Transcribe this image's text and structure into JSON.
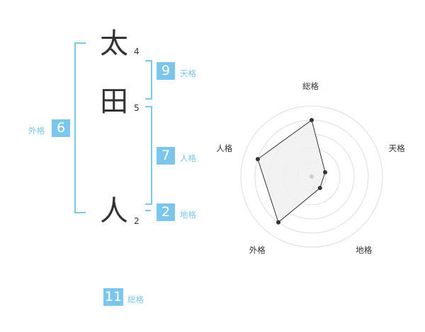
{
  "name": {
    "kanji": [
      {
        "char": "太",
        "strokes": "4"
      },
      {
        "char": "田",
        "strokes": "5"
      },
      {
        "char": "人",
        "strokes": "2"
      }
    ]
  },
  "fortunes": {
    "tenkaku": {
      "value": "9",
      "label": "天格"
    },
    "jinkaku": {
      "value": "7",
      "label": "人格"
    },
    "chikaku": {
      "value": "2",
      "label": "地格"
    },
    "gaikaku": {
      "value": "6",
      "label": "外格"
    },
    "soukaku": {
      "value": "11",
      "label": "総格"
    }
  },
  "chart_data": {
    "type": "radar",
    "axes": [
      "総格",
      "天格",
      "地格",
      "外格",
      "人格"
    ],
    "max": 5,
    "rings": 5,
    "values": [
      4,
      1,
      1,
      4,
      4
    ],
    "fill_color": "#f0f0f0",
    "ring_color": "#dddddd",
    "line_color": "#333333"
  },
  "colors": {
    "accent": "#7cc6ee",
    "text": "#333333"
  }
}
